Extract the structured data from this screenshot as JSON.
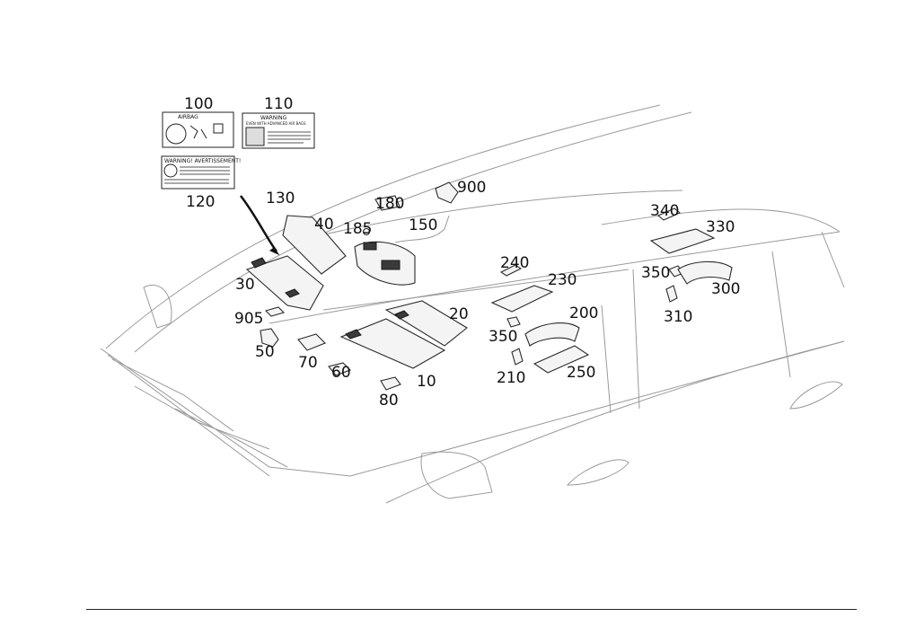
{
  "callouts": {
    "c100": "100",
    "c110": "110",
    "c120": "120",
    "c130": "130",
    "c40": "40",
    "c180": "180",
    "c185": "185",
    "c150": "150",
    "c900": "900",
    "c30": "30",
    "c905": "905",
    "c50": "50",
    "c70": "70",
    "c60": "60",
    "c80": "80",
    "c10": "10",
    "c20": "20",
    "c240": "240",
    "c230": "230",
    "c350a": "350",
    "c200": "200",
    "c210": "210",
    "c250": "250",
    "c340": "340",
    "c330": "330",
    "c350b": "350",
    "c300": "300",
    "c310": "310"
  },
  "labels": {
    "airbag_label": {
      "header": "AIRBAG"
    },
    "warning_label": {
      "header": "WARNING",
      "subheader": "EVEN WITH ADVANCED AIR BAGS"
    },
    "bilingual_label": {
      "header": "WARNING! AVERTISSEMENT!"
    }
  },
  "colors": {
    "line": "#9a9a9a",
    "part_outline": "#2a2a2a",
    "text": "#111111"
  }
}
